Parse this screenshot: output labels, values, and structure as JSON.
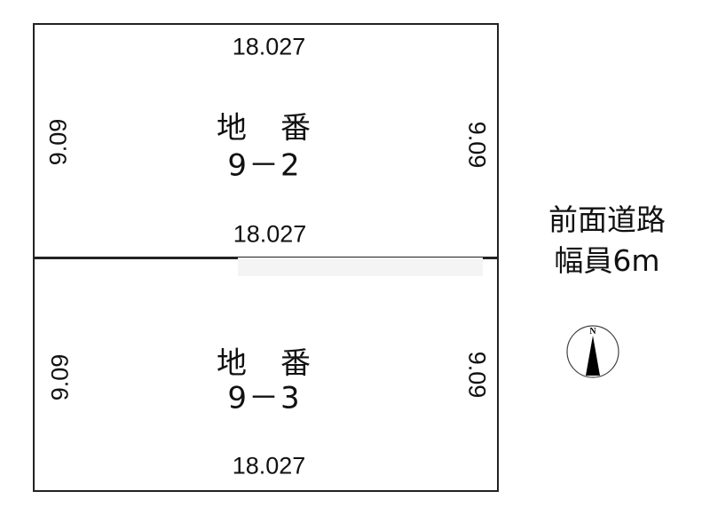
{
  "lots": [
    {
      "label": "地　番",
      "number": "9－2",
      "top": "18.027",
      "bottom": "18.027",
      "left": "9.09",
      "right": "9.09"
    },
    {
      "label": "地　番",
      "number": "9－3",
      "bottom": "18.027",
      "left": "9.09",
      "right": "9.09"
    }
  ],
  "road": {
    "line1": "前面道路",
    "line2": "幅員6m"
  },
  "compass": {
    "letter": "N"
  }
}
